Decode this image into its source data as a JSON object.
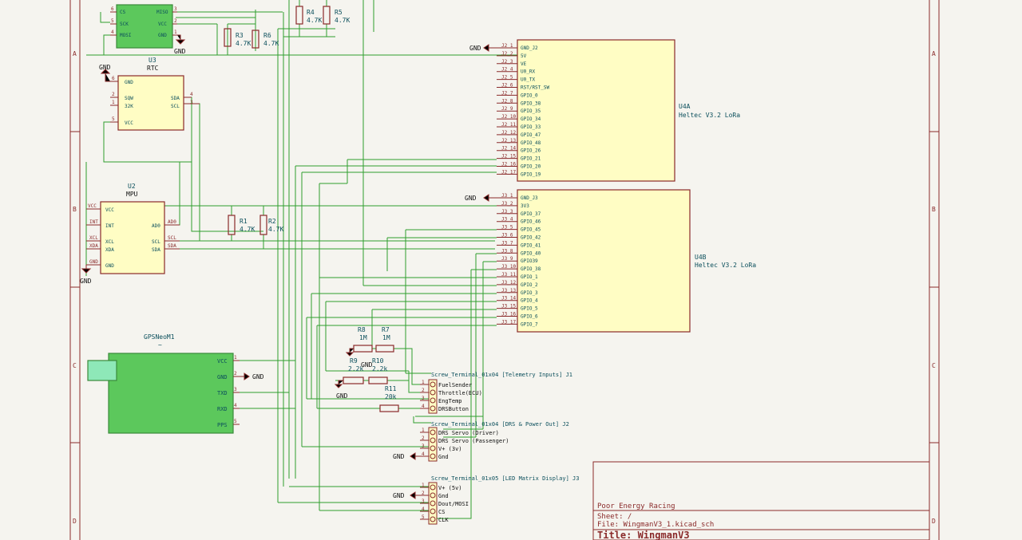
{
  "sheet_zones": [
    "A",
    "B",
    "C",
    "D"
  ],
  "colors": {
    "wire": "#2e9e2e",
    "frame": "#8a2a2a",
    "component": "#fffdc4",
    "module": "#5cc85c",
    "text": "#0b4f5c"
  },
  "ground_label": "GND",
  "sd_module": {
    "pins_left": [
      {
        "num": "6",
        "name": "CS"
      },
      {
        "num": "5",
        "name": "SCK"
      },
      {
        "num": "4",
        "name": "MOSI"
      }
    ],
    "pins_right": [
      {
        "num": "3",
        "name": "MISO"
      },
      {
        "num": "2",
        "name": "VCC"
      },
      {
        "num": "1",
        "name": "GND"
      }
    ]
  },
  "rtc": {
    "ref": "U3",
    "value": "RTC",
    "pins_left": [
      {
        "num": "6",
        "name": "GND"
      },
      {
        "num": "2",
        "name": "SQW"
      },
      {
        "num": "1",
        "name": "32K"
      },
      {
        "num": "5",
        "name": "VCC"
      }
    ],
    "pins_right": [
      {
        "num": "4",
        "name": "SDA"
      },
      {
        "num": "3",
        "name": "SCL"
      }
    ]
  },
  "mpu": {
    "ref": "U2",
    "value": "MPU",
    "pins_left": [
      {
        "name": "VCC"
      },
      {
        "name": "INT"
      },
      {
        "name": "XCL"
      },
      {
        "name": "XDA"
      },
      {
        "name": "GND"
      }
    ],
    "net_left": [
      "VCC",
      "INT",
      "XCL",
      "XDA",
      "GND"
    ],
    "pins_right": [
      {
        "name": "AD0"
      },
      {
        "name": "SCL"
      },
      {
        "name": "SDA"
      }
    ],
    "net_right": [
      "AD0",
      "SCL",
      "SDA"
    ]
  },
  "resistors": [
    {
      "ref": "R4",
      "value": "4.7K"
    },
    {
      "ref": "R5",
      "value": "4.7K"
    },
    {
      "ref": "R3",
      "value": "4.7K"
    },
    {
      "ref": "R6",
      "value": "4.7K"
    },
    {
      "ref": "R1",
      "value": "4.7K"
    },
    {
      "ref": "R2",
      "value": "4.7K"
    },
    {
      "ref": "R8",
      "value": "1M"
    },
    {
      "ref": "R7",
      "value": "1M"
    },
    {
      "ref": "R9",
      "value": "2.2k"
    },
    {
      "ref": "R10",
      "value": "2.2k"
    },
    {
      "ref": "R11",
      "value": "20k"
    }
  ],
  "u4a": {
    "ref": "U4A",
    "value": "Heltec V3.2 LoRa",
    "pins": [
      {
        "num": "J2_1",
        "name": "GND_J2"
      },
      {
        "num": "J2_2",
        "name": "5V"
      },
      {
        "num": "J2_3",
        "name": "VE"
      },
      {
        "num": "J2_4",
        "name": "U0_RX"
      },
      {
        "num": "J2_5",
        "name": "U0_TX"
      },
      {
        "num": "J2_6",
        "name": "RST/RST_SW"
      },
      {
        "num": "J2_7",
        "name": "GPIO_0"
      },
      {
        "num": "J2_8",
        "name": "GPIO_38"
      },
      {
        "num": "J2_9",
        "name": "GPIO_35"
      },
      {
        "num": "J2_10",
        "name": "GPIO_34"
      },
      {
        "num": "J2_11",
        "name": "GPIO_33"
      },
      {
        "num": "J2_12",
        "name": "GPIO_47"
      },
      {
        "num": "J2_13",
        "name": "GPIO_48"
      },
      {
        "num": "J2_14",
        "name": "GPIO_26"
      },
      {
        "num": "J2_15",
        "name": "GPIO_21"
      },
      {
        "num": "J2_16",
        "name": "GPIO_20"
      },
      {
        "num": "J2_17",
        "name": "GPIO_19"
      }
    ]
  },
  "u4b": {
    "ref": "U4B",
    "value": "Heltec V3.2 LoRa",
    "pins": [
      {
        "num": "J3_1",
        "name": "GND_J3"
      },
      {
        "num": "J3_2",
        "name": "3V3"
      },
      {
        "num": "J3_3",
        "name": "GPIO_37"
      },
      {
        "num": "J3_4",
        "name": "GPIO_46"
      },
      {
        "num": "J3_5",
        "name": "GPIO_45"
      },
      {
        "num": "J3_6",
        "name": "GPIO_42"
      },
      {
        "num": "J3_7",
        "name": "GPIO_41"
      },
      {
        "num": "J3_8",
        "name": "GPIO_40"
      },
      {
        "num": "J3_9",
        "name": "GPIO39"
      },
      {
        "num": "J3_10",
        "name": "GPIO_38"
      },
      {
        "num": "J3_11",
        "name": "GPIO_1"
      },
      {
        "num": "J3_12",
        "name": "GPIO_2"
      },
      {
        "num": "J3_13",
        "name": "GPIO_3"
      },
      {
        "num": "J3_14",
        "name": "GPIO_4"
      },
      {
        "num": "J3_15",
        "name": "GPIO_5"
      },
      {
        "num": "J3_16",
        "name": "GPIO_6"
      },
      {
        "num": "J3_17",
        "name": "GPIO_7"
      }
    ]
  },
  "gps": {
    "ref": "GPSNeoM1",
    "value": "~",
    "pins": [
      {
        "num": "1",
        "name": "VCC"
      },
      {
        "num": "2",
        "name": "GND"
      },
      {
        "num": "3",
        "name": "TXD"
      },
      {
        "num": "4",
        "name": "RXD"
      },
      {
        "num": "5",
        "name": "PPS"
      }
    ]
  },
  "terminal_j1": {
    "title": "Screw_Terminal_01x04 [Telemetry Inputs] J1",
    "pins": [
      {
        "num": "1",
        "name": "FuelSender"
      },
      {
        "num": "2",
        "name": "Throttle(ECU)"
      },
      {
        "num": "3",
        "name": "EngTemp"
      },
      {
        "num": "4",
        "name": "DRSButton"
      }
    ]
  },
  "terminal_j2": {
    "title": "Screw_Terminal_01x04 [DRS & Power Out] J2",
    "pins": [
      {
        "num": "1",
        "name": "DRS Servo (Driver)"
      },
      {
        "num": "2",
        "name": "DRS Servo (Passenger)"
      },
      {
        "num": "3",
        "name": "V+ (3v)"
      },
      {
        "num": "4",
        "name": "Gnd"
      }
    ]
  },
  "terminal_j3": {
    "title": "Screw_Terminal_01x05 [LED Matrix Display] J3",
    "pins": [
      {
        "num": "1",
        "name": "V+ (5v)"
      },
      {
        "num": "2",
        "name": "Gnd"
      },
      {
        "num": "3",
        "name": "Dout/MOSI"
      },
      {
        "num": "4",
        "name": "CS"
      },
      {
        "num": "5",
        "name": "CLK"
      }
    ]
  },
  "title_block": {
    "company": "Poor Energy Racing",
    "sheet": "Sheet: /",
    "file": "File: WingmanV3_1.kicad_sch",
    "title": "Title: WingmanV3"
  }
}
